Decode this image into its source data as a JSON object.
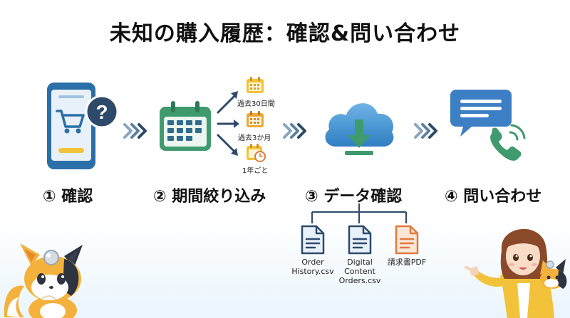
{
  "title": "未知の購入履歴：確認&問い合わせ",
  "steps": [
    {
      "label": "① 確認"
    },
    {
      "label": "② 期間絞り込み"
    },
    {
      "label": "③ データ確認"
    },
    {
      "label": "④ 問い合わせ"
    }
  ],
  "periods": [
    {
      "label": "過去30日間"
    },
    {
      "label": "過去3か月"
    },
    {
      "label": "1年ごと"
    }
  ],
  "files": [
    {
      "label": "Order\nHistory.csv"
    },
    {
      "label": "Digital\nContent\nOrders.csv"
    },
    {
      "label": "請求書PDF"
    }
  ],
  "colors": {
    "blue": "#2b6fa8",
    "green": "#3f9a6e",
    "yellow": "#f2c23a",
    "orange": "#e07a3c",
    "navy": "#2e4a6b"
  }
}
